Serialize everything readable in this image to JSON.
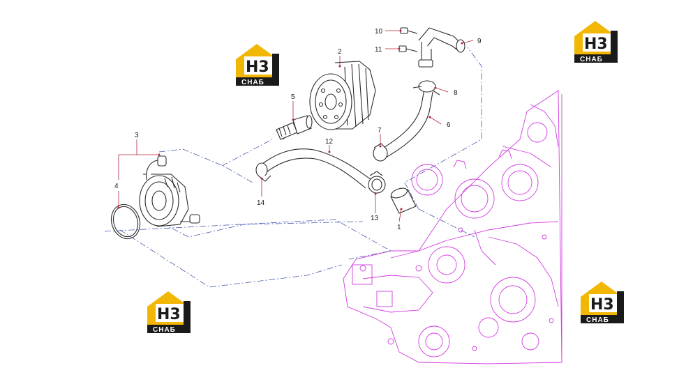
{
  "callouts": [
    {
      "id": "1",
      "label": "1"
    },
    {
      "id": "2",
      "label": "2"
    },
    {
      "id": "3",
      "label": "3"
    },
    {
      "id": "4",
      "label": "4"
    },
    {
      "id": "5",
      "label": "5"
    },
    {
      "id": "6",
      "label": "6"
    },
    {
      "id": "7",
      "label": "7"
    },
    {
      "id": "8",
      "label": "8"
    },
    {
      "id": "9",
      "label": "9"
    },
    {
      "id": "10",
      "label": "10"
    },
    {
      "id": "11",
      "label": "11"
    },
    {
      "id": "12",
      "label": "12"
    },
    {
      "id": "13",
      "label": "13"
    },
    {
      "id": "14",
      "label": "14"
    }
  ],
  "logo": {
    "mark": "Н3",
    "text": "СНАБ"
  },
  "colors": {
    "line": "#2a2a2a",
    "leader": "#b0243a",
    "dash": "#4a5ab0",
    "engine": "#d23be0",
    "logo_gold": "#f2b705",
    "logo_dark": "#1a1a1a"
  }
}
